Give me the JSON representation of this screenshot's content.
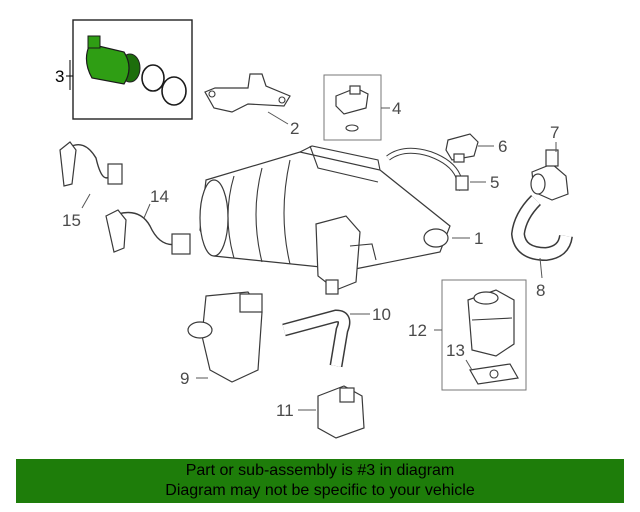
{
  "callouts": {
    "c1": "1",
    "c2": "2",
    "c3": "3",
    "c4": "4",
    "c5": "5",
    "c6": "6",
    "c7": "7",
    "c8": "8",
    "c9": "9",
    "c10": "10",
    "c11": "11",
    "c12": "12",
    "c13": "13",
    "c14": "14",
    "c15": "15"
  },
  "banner": {
    "line1": "Part or sub-assembly is #3 in diagram",
    "line2": "Diagram may not be specific to your vehicle"
  },
  "colors": {
    "highlight_part": "#2f9e14",
    "banner_bg": "#1e7d0a"
  }
}
